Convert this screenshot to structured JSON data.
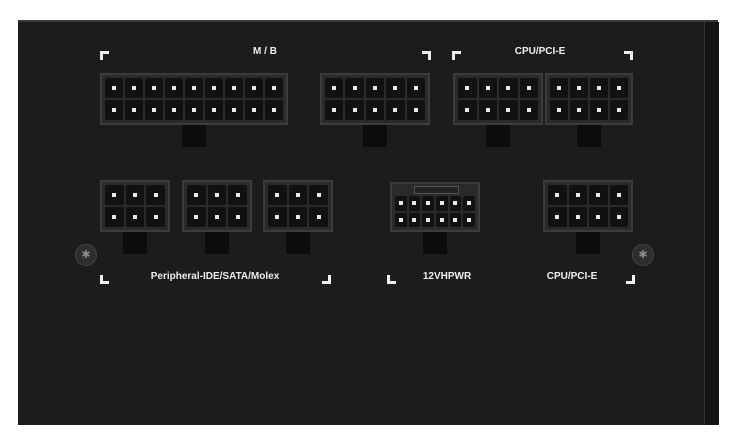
{
  "labels": {
    "mb": "M / B",
    "cpu_pcie_top": "CPU/PCI-E",
    "peripheral": "Peripheral-IDE/SATA/Molex",
    "hpwr": "12VHPWR",
    "cpu_pcie_bottom": "CPU/PCI-E"
  },
  "connectors": [
    {
      "name": "mb-main-connector",
      "rows": 2,
      "cols": 9
    },
    {
      "name": "mb-secondary-connector",
      "rows": 2,
      "cols": 5
    },
    {
      "name": "cpu-pcie-connector-1",
      "rows": 2,
      "cols": 4
    },
    {
      "name": "cpu-pcie-connector-2",
      "rows": 2,
      "cols": 4
    },
    {
      "name": "peripheral-connector-1",
      "rows": 2,
      "cols": 3
    },
    {
      "name": "peripheral-connector-2",
      "rows": 2,
      "cols": 3
    },
    {
      "name": "peripheral-connector-3",
      "rows": 2,
      "cols": 3
    },
    {
      "name": "12vhpwr-connector",
      "rows": 2,
      "cols": 6,
      "sense": true
    },
    {
      "name": "cpu-pcie-connector-3",
      "rows": 2,
      "cols": 4
    }
  ],
  "colors": {
    "panel": "#1c1c1c",
    "label": "#eeeeee"
  }
}
